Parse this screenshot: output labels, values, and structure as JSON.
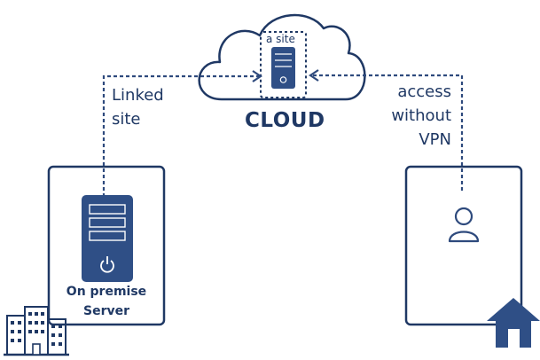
{
  "cloud": {
    "label": "CLOUD",
    "site_label": "a site"
  },
  "links": {
    "linked_site": [
      "Linked",
      "site"
    ],
    "remote_access": [
      "access",
      "without",
      "VPN"
    ]
  },
  "on_premise": {
    "label": [
      "On premise",
      "Server"
    ]
  },
  "icons": [
    "cloud-icon",
    "server-icon",
    "power-icon",
    "user-icon",
    "office-building-icon",
    "house-icon"
  ],
  "colors": {
    "primary": "#1f3864",
    "outline": "#2e4a7d",
    "server_fill": "#2f4f86",
    "background": "#ffffff"
  }
}
